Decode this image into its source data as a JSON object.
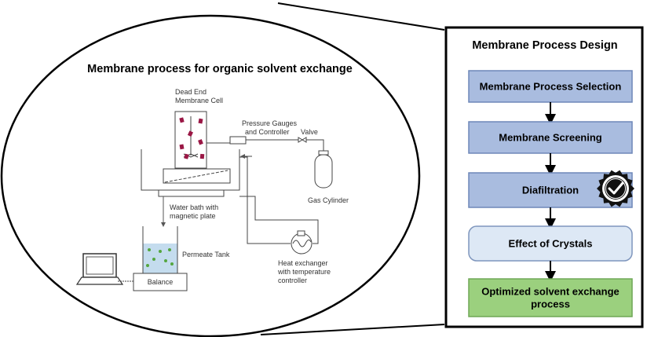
{
  "left_panel": {
    "title": "Membrane process for organic solvent exchange",
    "labels": {
      "cell_line1": "Dead End",
      "cell_line2": "Membrane Cell",
      "gauges_line1": "Pressure Gauges",
      "gauges_line2": "and Controller",
      "valve": "Valve",
      "gas": "Gas Cylinder",
      "bath_line1": "Water bath with",
      "bath_line2": "magnetic plate",
      "permeate": "Permeate Tank",
      "heat_line1": "Heat exchanger",
      "heat_line2": "with temperature",
      "heat_line3": "controller",
      "balance": "Balance"
    }
  },
  "right_panel": {
    "title": "Membrane Process Design",
    "steps": [
      {
        "line1": "Membrane Process Selection",
        "line2": "",
        "fill": "#a9bcdf",
        "stroke": "#6e87b8"
      },
      {
        "line1": "Membrane Screening",
        "line2": "",
        "fill": "#a9bcdf",
        "stroke": "#6e87b8"
      },
      {
        "line1": "Diafiltration",
        "line2": "",
        "fill": "#a9bcdf",
        "stroke": "#6e87b8"
      },
      {
        "line1": "Effect of Crystals",
        "line2": "",
        "fill": "#dde8f5",
        "stroke": "#7f96bd"
      },
      {
        "line1": "Optimized solvent exchange",
        "line2": "process",
        "fill": "#9bd07e",
        "stroke": "#6fa757"
      }
    ],
    "badge_icon": "check-badge-icon"
  },
  "colors": {
    "crystals": "#9a1745",
    "permeate_liquid": "#c4dcee",
    "permeate_dots": "#55a63f"
  }
}
